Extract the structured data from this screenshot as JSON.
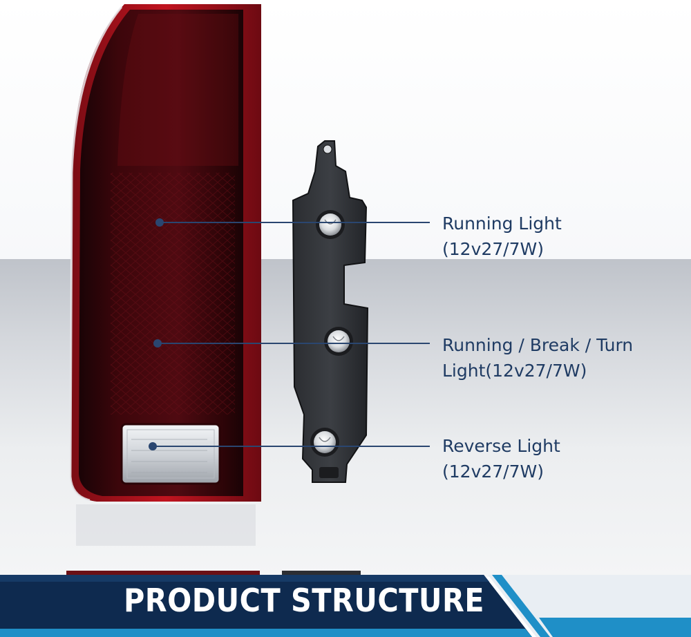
{
  "callouts": [
    {
      "line1": "Running Light",
      "line2": "(12v27/7W)"
    },
    {
      "line1": "Running / Break / Turn",
      "line2": "Light(12v27/7W)"
    },
    {
      "line1": "Reverse Light",
      "line2": "(12v27/7W)"
    }
  ],
  "banner": {
    "title": "PRODUCT STRUCTURE"
  },
  "colors": {
    "callout_text": "#1f3b63",
    "callout_line": "#2a4670",
    "banner_dark": "#0e2a4f",
    "banner_accent": "#1f8fc7",
    "lens_red": "#5a0a10"
  },
  "icons": [
    "tail-light-housing",
    "bulb-socket-board",
    "bulb"
  ]
}
